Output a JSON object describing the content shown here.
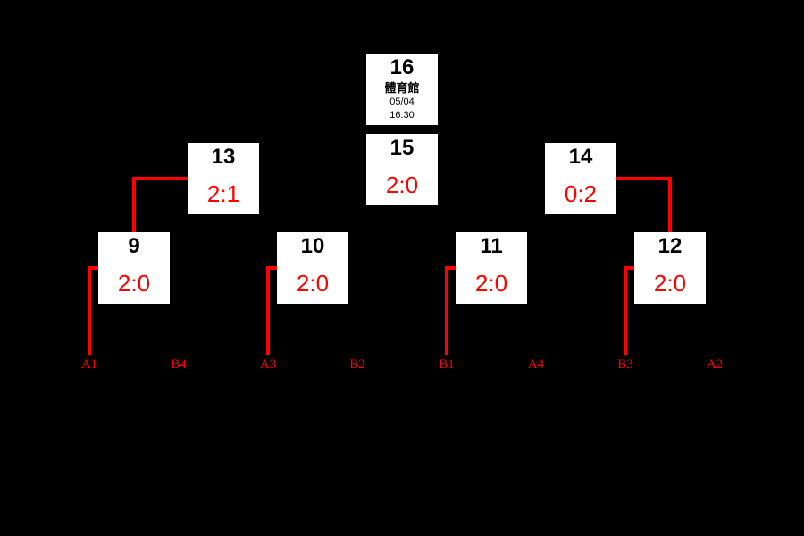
{
  "bracket": {
    "final_box": {
      "number": "16",
      "venue": "體育館",
      "date": "05/04",
      "time": "16:30"
    },
    "matches": [
      {
        "number": "9",
        "score": "2:0"
      },
      {
        "number": "10",
        "score": "2:0"
      },
      {
        "number": "11",
        "score": "2:0"
      },
      {
        "number": "12",
        "score": "2:0"
      },
      {
        "number": "13",
        "score": "2:1"
      },
      {
        "number": "14",
        "score": "0:2"
      },
      {
        "number": "15",
        "score": "2:0"
      }
    ],
    "seed_labels": [
      "A1",
      "B4",
      "A3",
      "B2",
      "B1",
      "A4",
      "B3",
      "A2"
    ],
    "colors": {
      "background": "#000000",
      "box_background": "#ffffff",
      "accent_red": "#ff0000",
      "text_black": "#000000"
    }
  }
}
